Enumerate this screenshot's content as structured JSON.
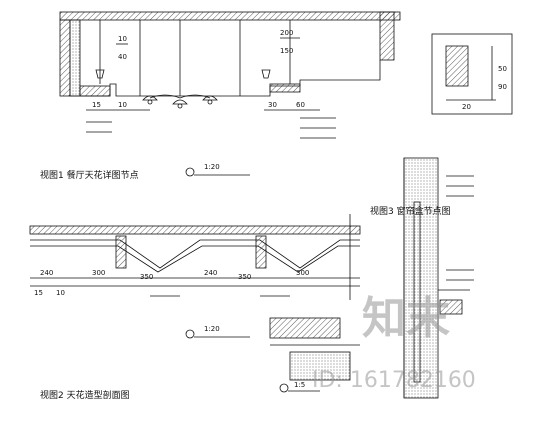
{
  "drawings": {
    "top_left": {
      "caption": "视图1  餐厅天花详图节点",
      "scale": "1:20",
      "dims": [
        "15",
        "10",
        "30",
        "60",
        "200",
        "150",
        "10",
        "40"
      ]
    },
    "bottom_left": {
      "caption": "视图2  天花造型剖面图",
      "scale": "1:20",
      "dims": [
        "240",
        "300",
        "350",
        "240",
        "350",
        "300",
        "15",
        "10"
      ]
    },
    "right": {
      "caption": "视图3  窗帘盒节点图",
      "scale": "1:5",
      "dims": [
        "50",
        "90",
        "20"
      ]
    }
  },
  "watermark": {
    "brand": "知末",
    "id_text": "ID: 161782160"
  },
  "colors": {
    "line": "#111111",
    "hatch": "#333333",
    "watermark": "#9a9a9a"
  }
}
